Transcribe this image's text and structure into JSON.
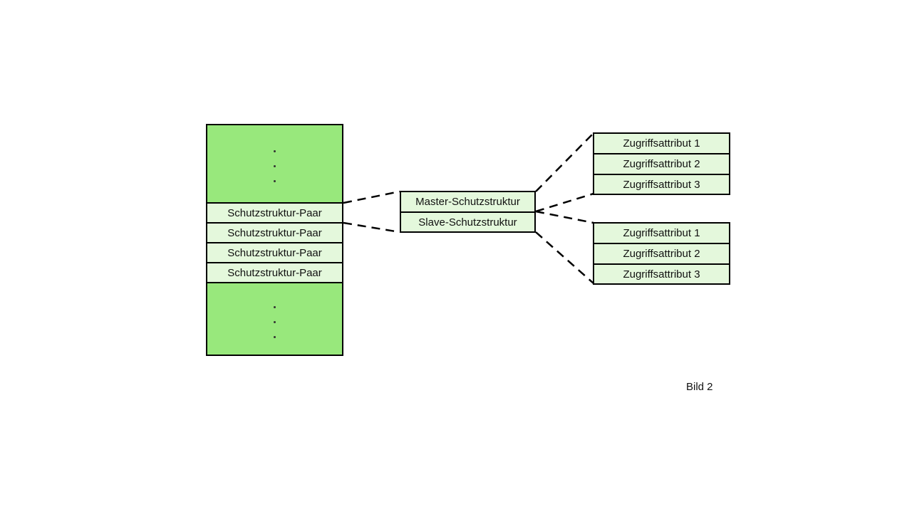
{
  "pairs_table": {
    "rows": [
      "Schutzstruktur-Paar",
      "Schutzstruktur-Paar",
      "Schutzstruktur-Paar",
      "Schutzstruktur-Paar"
    ]
  },
  "pair_detail": {
    "master": "Master-Schutzstruktur",
    "slave": "Slave-Schutzstruktur"
  },
  "master_attributes": [
    "Zugriffsattribut 1",
    "Zugriffsattribut 2",
    "Zugriffsattribut 3"
  ],
  "slave_attributes": [
    "Zugriffsattribut 1",
    "Zugriffsattribut 2",
    "Zugriffsattribut 3"
  ],
  "caption": "Bild 2",
  "colors": {
    "block_fill": "#98e87c",
    "cell_fill": "#e4f8dc",
    "border": "#000000"
  }
}
